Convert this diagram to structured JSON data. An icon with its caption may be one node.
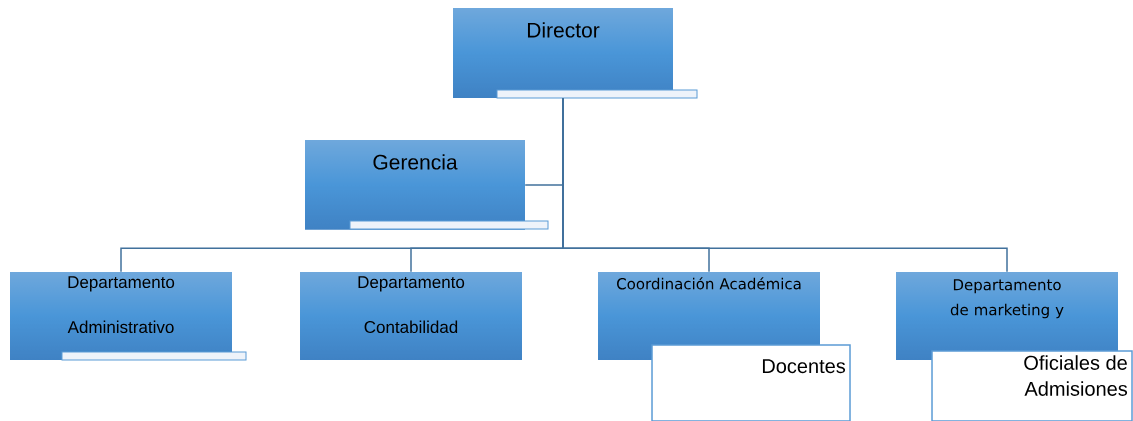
{
  "diagram": {
    "nodes": [
      {
        "text": [
          "Director"
        ]
      },
      {
        "text": [
          "Gerencia"
        ]
      },
      {
        "text": [
          "Departamento Administrativo"
        ]
      },
      {
        "text": [
          "Departamento Contabilidad"
        ]
      },
      {
        "text": [
          "Coordinación Académica"
        ]
      },
      {
        "text": [
          "Departamento de marketing y"
        ]
      },
      {
        "text": [
          "Docentes"
        ]
      },
      {
        "text": [
          "Oficiales de Admisiones"
        ]
      }
    ],
    "edges": [
      {
        "from": 0,
        "to": 1,
        "arrow": "none"
      },
      {
        "from": 0,
        "to": 2,
        "arrow": "none"
      },
      {
        "from": 0,
        "to": 3,
        "arrow": "none"
      },
      {
        "from": 0,
        "to": 4,
        "arrow": "none"
      },
      {
        "from": 0,
        "to": 5,
        "arrow": "none"
      }
    ]
  }
}
